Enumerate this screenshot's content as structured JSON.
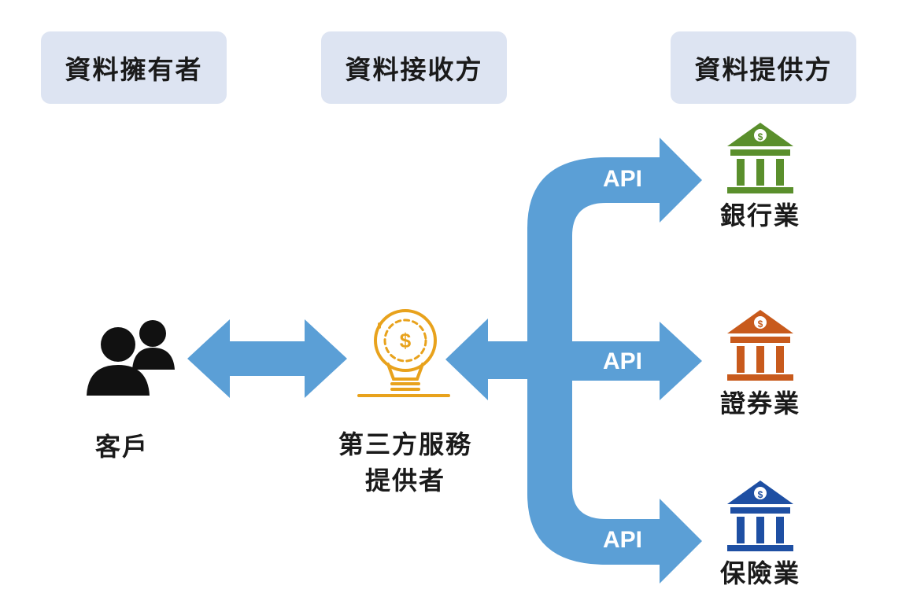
{
  "headers": {
    "owner": "資料擁有者",
    "receiver": "資料接收方",
    "provider": "資料提供方"
  },
  "nodes": {
    "customer": "客戶",
    "third_party_line1": "第三方服務",
    "third_party_line2": "提供者",
    "bank": "銀行業",
    "securities": "證券業",
    "insurance": "保險業"
  },
  "api_labels": [
    "API",
    "API",
    "API"
  ],
  "icons": {
    "customer": "users-icon",
    "third_party": "lightbulb-dollar-icon",
    "bank": "bank-building-icon",
    "securities": "bank-building-icon",
    "insurance": "bank-building-icon"
  },
  "colors": {
    "arrow": "#5b9fd6",
    "header_bg": "#dde4f2",
    "bulb": "#e8a21c",
    "bank": "#5a8f2c",
    "securities": "#c85a1c",
    "insurance": "#1e4fa3"
  }
}
